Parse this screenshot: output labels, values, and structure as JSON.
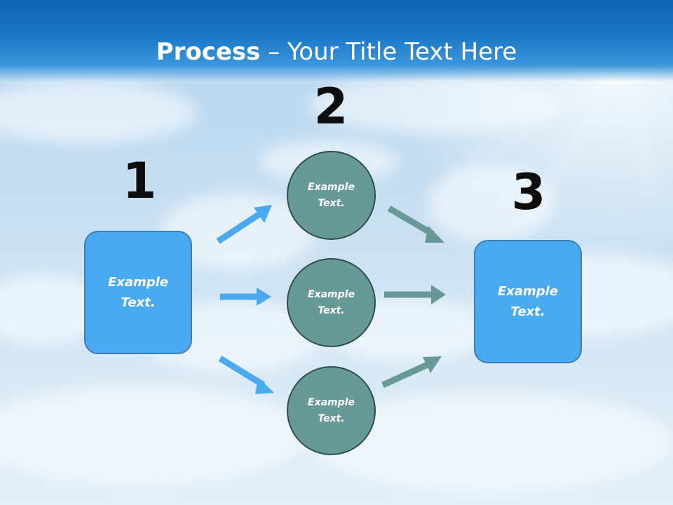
{
  "title": {
    "bold": "Process",
    "dash": " – ",
    "rest": "Your Title Text Here"
  },
  "steps": {
    "one": "1",
    "two": "2",
    "three": "3"
  },
  "left_box": {
    "text": "Example\nText."
  },
  "circles": [
    {
      "text": "Example\nText."
    },
    {
      "text": "Example\nText."
    },
    {
      "text": "Example\nText."
    }
  ],
  "right_box": {
    "text": "Example\nText."
  },
  "colors": {
    "title_band": "#1b78c6",
    "box_fill": "#4aaaf0",
    "circle_fill": "#679996",
    "arrow_blue": "#4aaaf0",
    "arrow_teal": "#679996"
  }
}
